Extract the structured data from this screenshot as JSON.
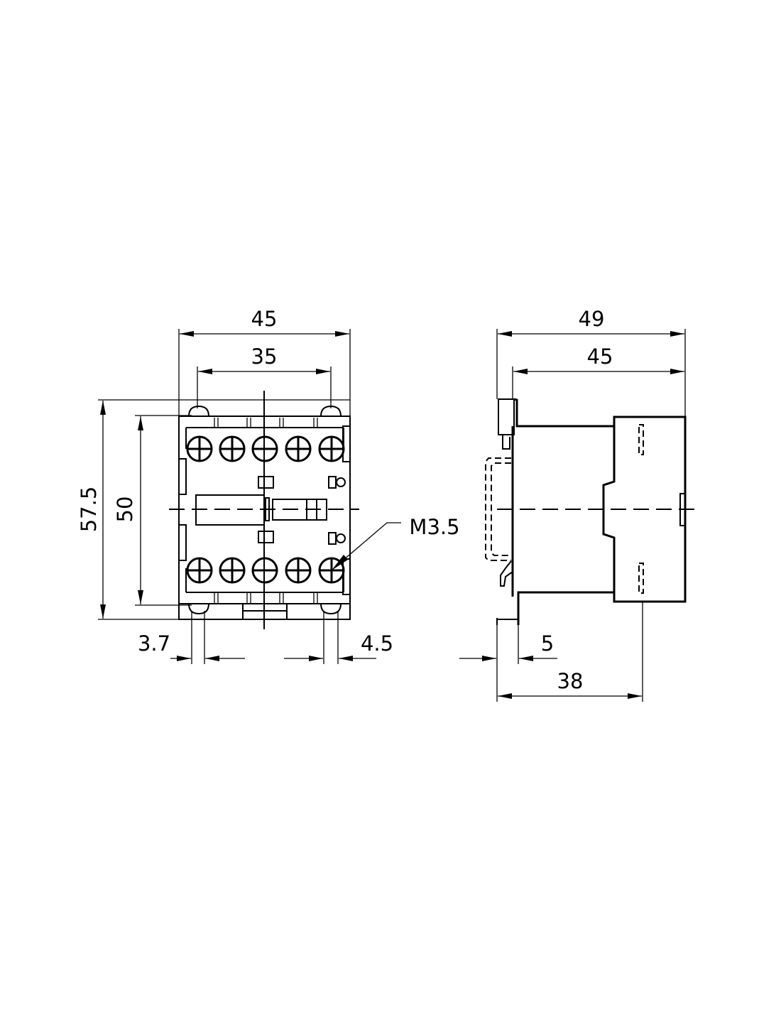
{
  "drawing": {
    "front_view": {
      "width_overall": "45",
      "mounting_hole_spacing": "35",
      "height_overall": "57.5",
      "mounting_hole_height": "50",
      "left_offset": "3.7",
      "right_offset": "4.5",
      "terminal_screw": "M3.5"
    },
    "side_view": {
      "depth_overall": "49",
      "depth_body": "45",
      "rail_offset": "5",
      "depth_to_terminal": "38"
    }
  }
}
